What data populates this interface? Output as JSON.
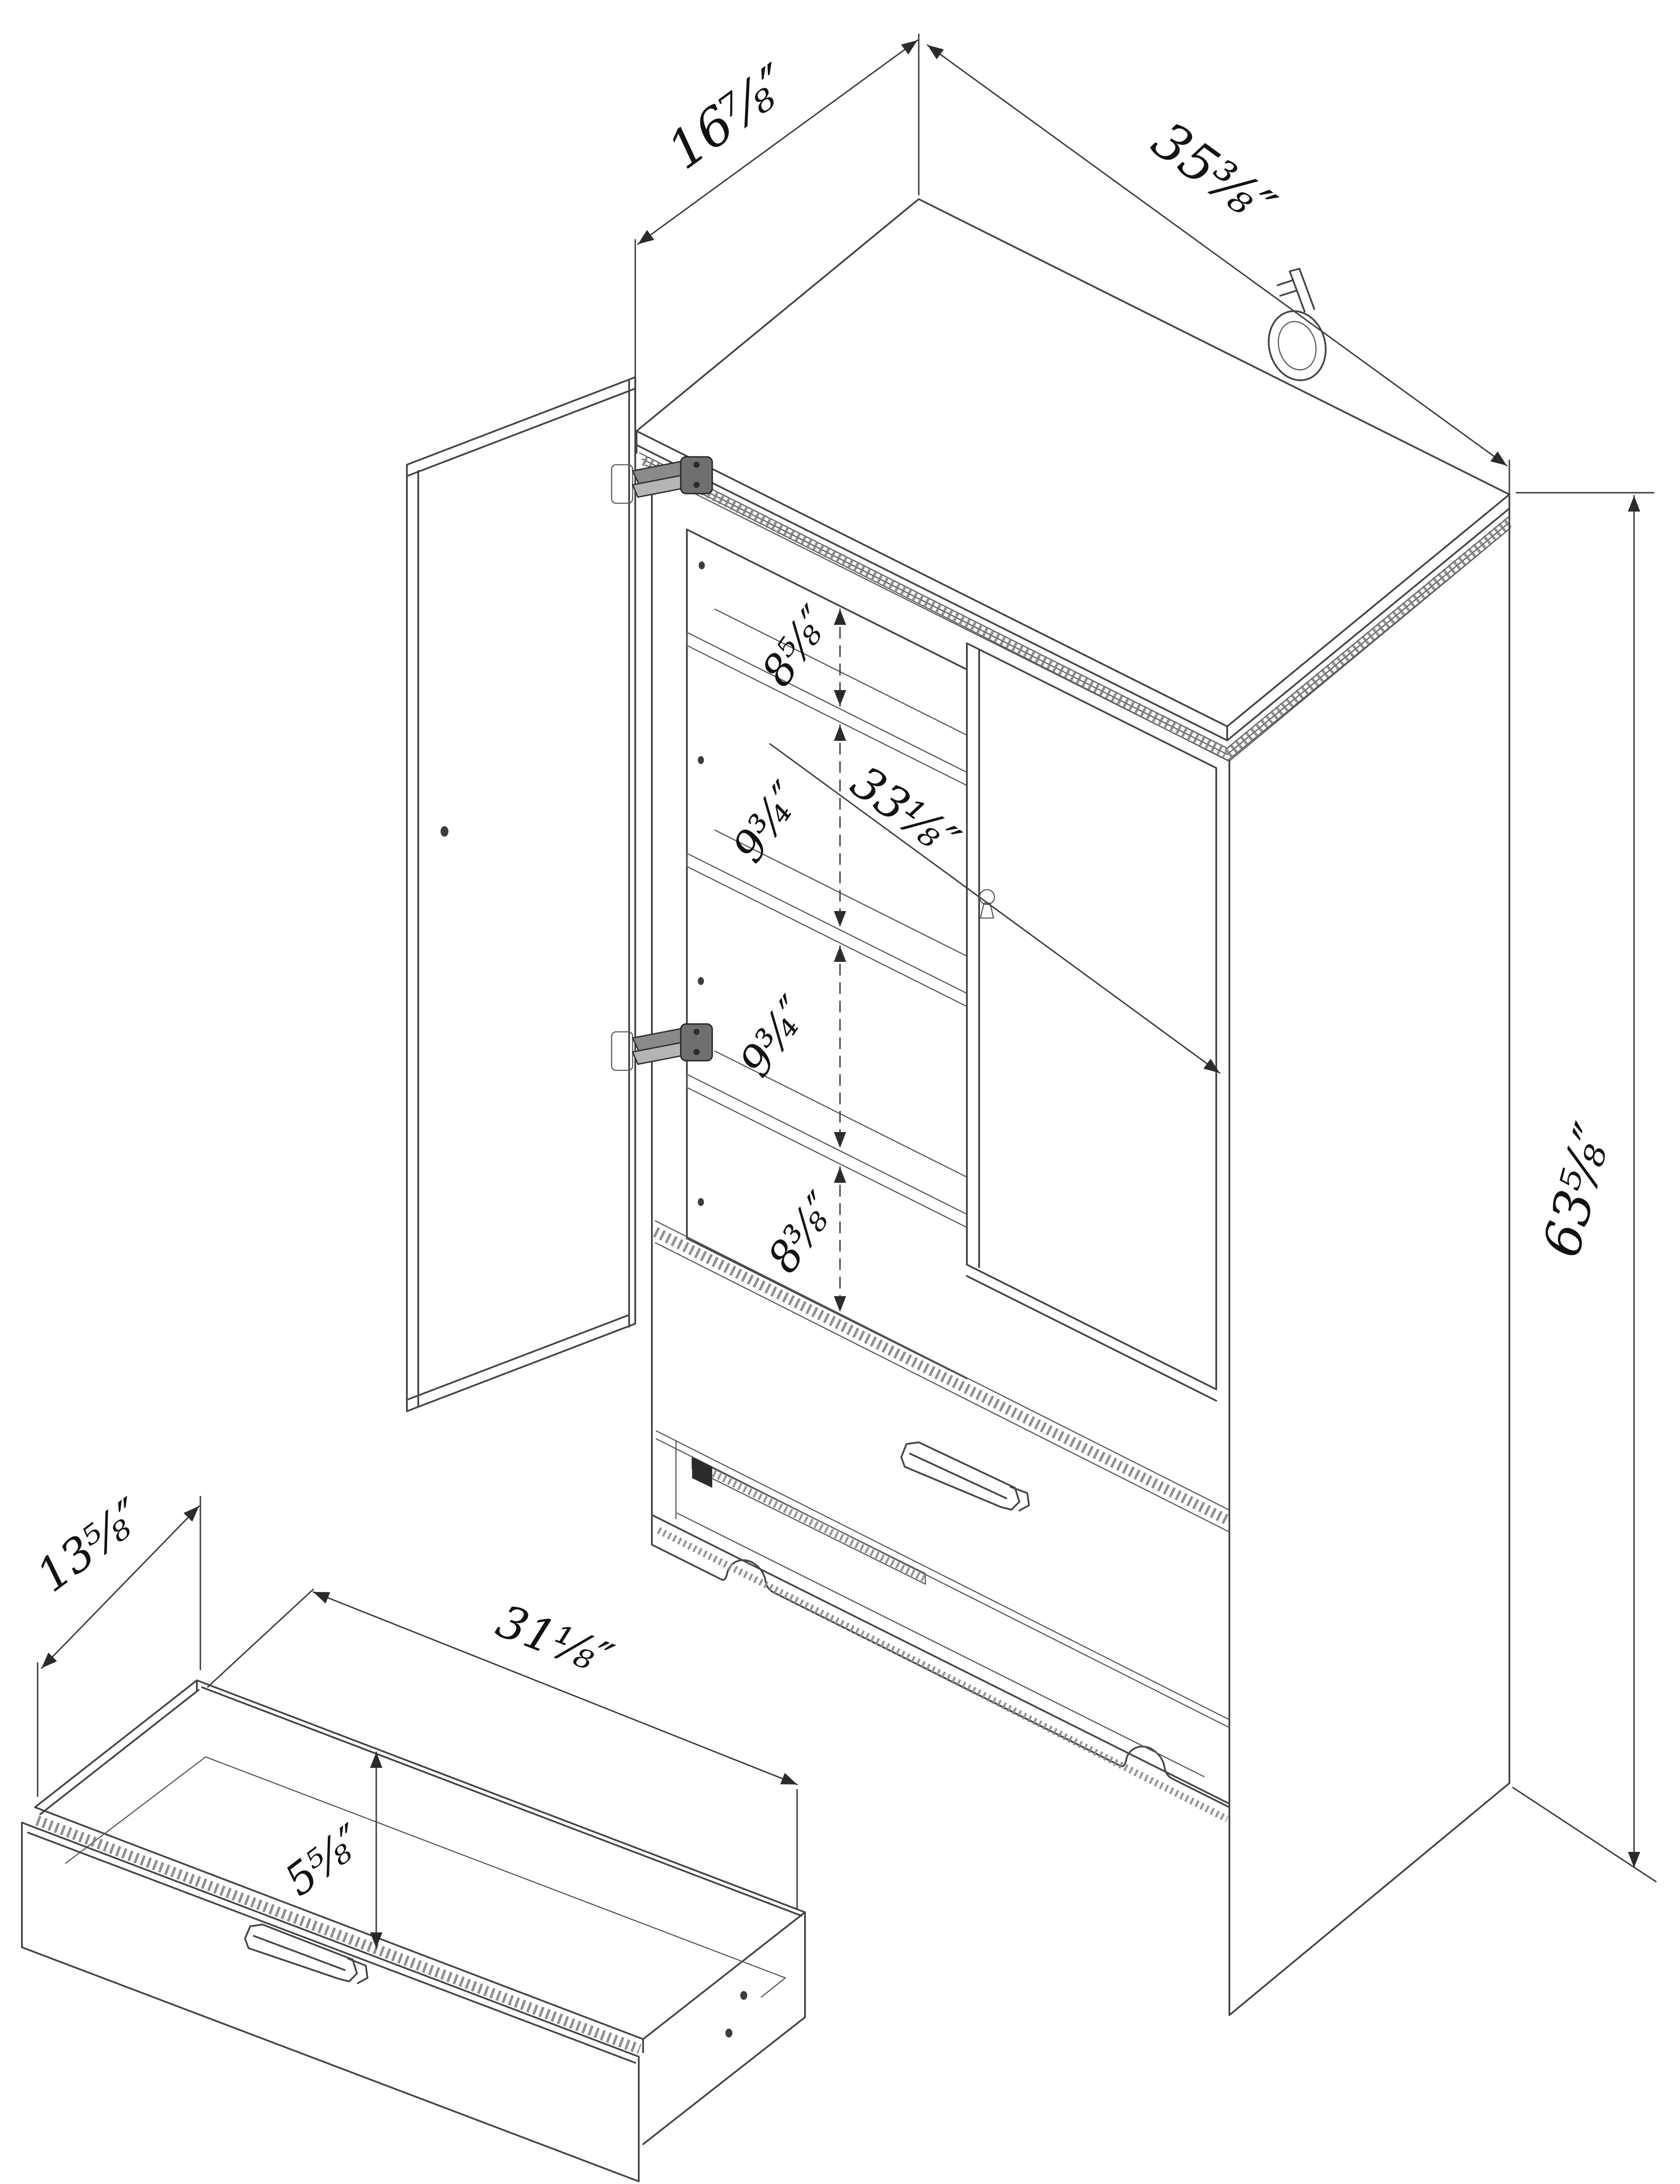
{
  "diagram": {
    "kind": "isometric furniture dimension drawing",
    "subject": "armoire with two doors, interior shelves and pull-out drawer",
    "style": {
      "line_color": "#454545",
      "text_color": "#121212",
      "background": "#ffffff"
    },
    "labels": {
      "depth": "16⅞″",
      "width": "35⅜″",
      "height": "63⅝″",
      "shelf_gap_top": "8⅝″",
      "shelf_gap_upper": "9¾″",
      "door_height": "33⅛″",
      "shelf_gap_lower": "9¾″",
      "shelf_gap_bottom": "8⅜″",
      "drawer_depth": "13⅝″",
      "drawer_width": "31⅛″",
      "drawer_height": "5⅝″"
    },
    "icons": [
      "key-icon",
      "hinge-icon",
      "keyhole-icon",
      "drawer-handle-icon",
      "drawer-slide-icon"
    ]
  }
}
